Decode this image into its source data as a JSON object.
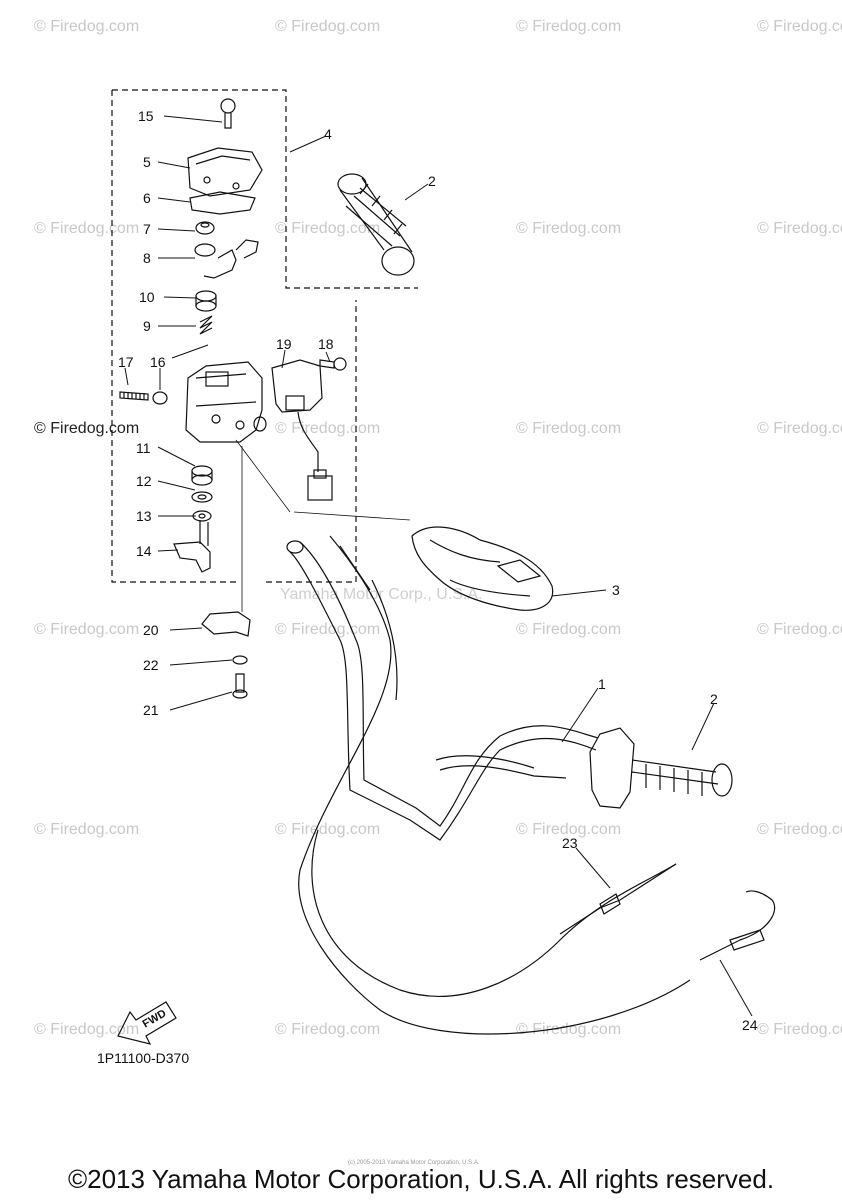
{
  "watermark": {
    "text": "© Firedog.com",
    "center_text": "Yamaha Motor Corp., U.S.A."
  },
  "callouts": [
    "15",
    "5",
    "6",
    "7",
    "8",
    "10",
    "9",
    "17",
    "16",
    "19",
    "18",
    "11",
    "12",
    "13",
    "14",
    "20",
    "22",
    "21",
    "4",
    "2",
    "3",
    "1",
    "2",
    "23",
    "24"
  ],
  "fwd_label": "FWD",
  "part_code": "1P11100-D370",
  "footer_small": "(c) 2005-2013 Yamaha Motor Corporation, U.S.A.",
  "copyright": "©2013 Yamaha Motor Corporation, U.S.A. All rights reserved."
}
